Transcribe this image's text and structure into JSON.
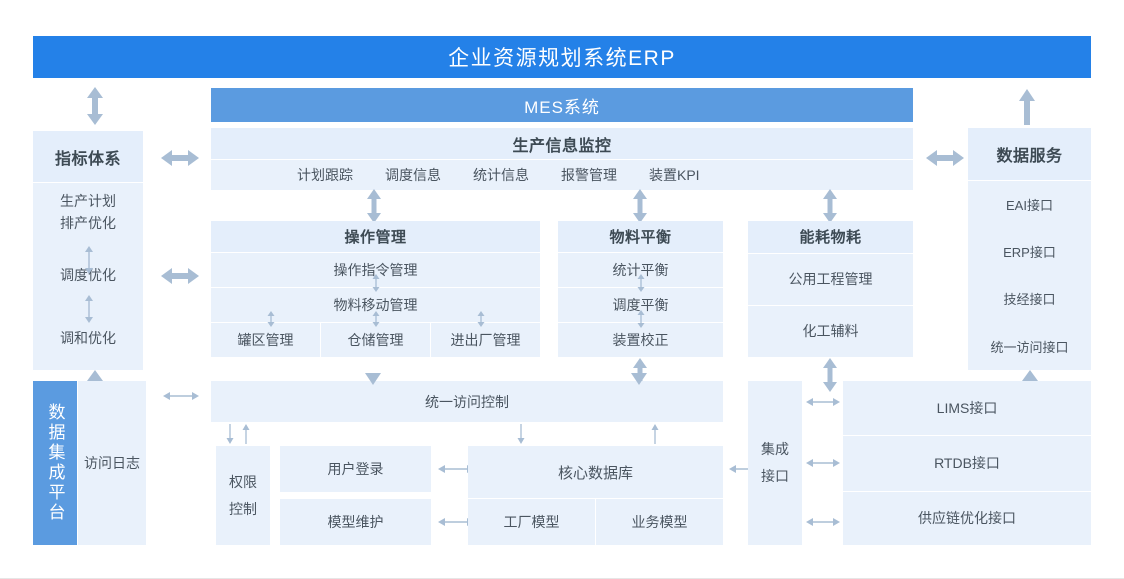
{
  "top": {
    "erp_title": "企业资源规划系统ERP",
    "mes_title": "MES系统"
  },
  "left_column": {
    "header": "指标体系",
    "items": [
      "生产计划\n排产优化",
      "调度优化",
      "调和优化"
    ],
    "item_line1": "生产计划",
    "item_line2": "排产优化",
    "item_dispatch": "调度优化",
    "item_blend": "调和优化"
  },
  "monitor": {
    "header": "生产信息监控",
    "items": [
      "计划跟踪",
      "调度信息",
      "统计信息",
      "报警管理",
      "装置KPI"
    ]
  },
  "operation": {
    "header": "操作管理",
    "row1": "操作指令管理",
    "row2": "物料移动管理",
    "bottom_cells": [
      "罐区管理",
      "仓储管理",
      "进出厂管理"
    ]
  },
  "material_balance": {
    "header": "物料平衡",
    "rows": [
      "统计平衡",
      "调度平衡",
      "装置校正"
    ]
  },
  "energy": {
    "header": "能耗物耗",
    "rows": [
      "公用工程管理",
      "化工辅料"
    ]
  },
  "data_service": {
    "header": "数据服务",
    "rows": [
      "EAI接口",
      "ERP接口",
      "技经接口",
      "统一访问接口"
    ]
  },
  "platform": {
    "label": "数据集成平台",
    "access_log": "访问日志"
  },
  "access_control": {
    "bar": "统一访问控制",
    "permission_line1": "权限",
    "permission_line2": "控制",
    "user_login": "用户登录",
    "model_maintain": "模型维护"
  },
  "core_db": {
    "header": "核心数据库",
    "cells": [
      "工厂模型",
      "业务模型"
    ]
  },
  "integration": {
    "line1": "集成",
    "line2": "接口",
    "interfaces": [
      "LIMS接口",
      "RTDB接口",
      "供应链优化接口"
    ]
  },
  "colors": {
    "erp_blue": "#2481e8",
    "mes_blue": "#5b9be0",
    "panel_fill": "#e9f1fb",
    "header_fill": "#e4eefb",
    "arrow_gray": "#a8bdd4",
    "text_dark": "#3d4a54"
  }
}
